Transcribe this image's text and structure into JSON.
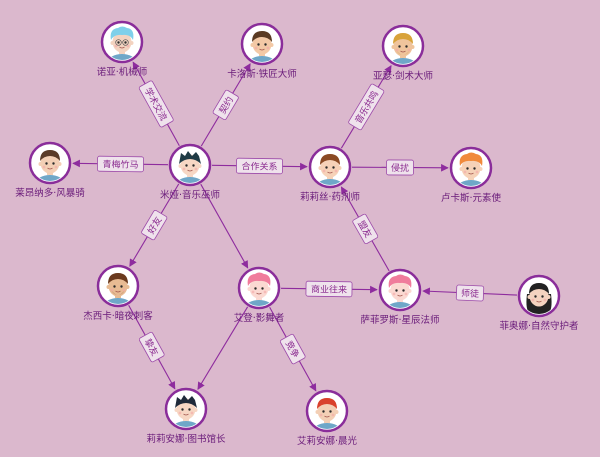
{
  "colors": {
    "background": "#dbb8cd",
    "edge": "#8e2c9e",
    "label_text": "#6a1b7a",
    "node_border": "#8a2d9a"
  },
  "nodes": [
    {
      "id": "mia",
      "label": "米娅·音乐巫师",
      "avatar": {
        "skin": "#f7d7c4",
        "hair": "#1f3b45",
        "style": "spiky",
        "bg": "#ffffff"
      }
    },
    {
      "id": "noya",
      "label": "诺亚·机械师",
      "avatar": {
        "skin": "#f3d3c0",
        "hair": "#7fd0ea",
        "style": "fluffy",
        "bg": "#ffffff",
        "glasses": true
      }
    },
    {
      "id": "carlos",
      "label": "卡洛斯·铁匠大师",
      "avatar": {
        "skin": "#f3c9a6",
        "hair": "#5a3a22",
        "style": "short",
        "bg": "#ffffff"
      }
    },
    {
      "id": "yaseo",
      "label": "亚瑟·剑术大师",
      "avatar": {
        "skin": "#efc49c",
        "hair": "#d8a33a",
        "style": "short",
        "bg": "#ffffff",
        "beard": "#c48a2a"
      }
    },
    {
      "id": "leonardo",
      "label": "莱昂纳多·风暴骑",
      "avatar": {
        "skin": "#f3cfb5",
        "hair": "#5a3b28",
        "style": "short",
        "bg": "#ffffff"
      }
    },
    {
      "id": "lilith",
      "label": "莉莉丝·药剂师",
      "avatar": {
        "skin": "#f6d2b8",
        "hair": "#8a4a24",
        "style": "short",
        "bg": "#ffffff"
      }
    },
    {
      "id": "lucas",
      "label": "卢卡斯·元素使",
      "avatar": {
        "skin": "#f6d2b8",
        "hair": "#f08a3c",
        "style": "fluffy",
        "bg": "#ffffff"
      }
    },
    {
      "id": "jessica",
      "label": "杰西卡·暗夜刺客",
      "avatar": {
        "skin": "#e8bb93",
        "hair": "#6a3a1e",
        "style": "short",
        "bg": "#ffffff",
        "beard": "#6a3a1e"
      }
    },
    {
      "id": "aideng",
      "label": "艾登·影舞者",
      "avatar": {
        "skin": "#fbd9d2",
        "hair": "#f07c9c",
        "style": "fluffy",
        "bg": "#ffffff"
      }
    },
    {
      "id": "saferos",
      "label": "萨菲罗斯·星辰法师",
      "avatar": {
        "skin": "#fbd9d2",
        "hair": "#f07c9c",
        "style": "fluffy",
        "bg": "#ffffff"
      }
    },
    {
      "id": "fiona",
      "label": "菲奥娜·自然守护者",
      "avatar": {
        "skin": "#f4d3c0",
        "hair": "#222222",
        "style": "long",
        "bg": "#ffffff"
      }
    },
    {
      "id": "liliana",
      "label": "莉莉安娜·图书馆长",
      "avatar": {
        "skin": "#f7d7c4",
        "hair": "#1f2a3a",
        "style": "spiky",
        "bg": "#ffffff"
      }
    },
    {
      "id": "ellie",
      "label": "艾莉安娜·晨光",
      "avatar": {
        "skin": "#f3cfb5",
        "hair": "#d9412c",
        "style": "short",
        "bg": "#ffffff"
      }
    }
  ],
  "edges": [
    {
      "from": "mia",
      "to": "noya",
      "label": "学术交流"
    },
    {
      "from": "mia",
      "to": "carlos",
      "label": "契约"
    },
    {
      "from": "mia",
      "to": "leonardo",
      "label": "青梅竹马"
    },
    {
      "from": "mia",
      "to": "lilith",
      "label": "合作关系"
    },
    {
      "from": "mia",
      "to": "jessica",
      "label": "好友"
    },
    {
      "from": "mia",
      "to": "aideng",
      "label": ""
    },
    {
      "from": "lilith",
      "to": "yaseo",
      "label": "音乐共鸣"
    },
    {
      "from": "lilith",
      "to": "lucas",
      "label": "侵扰"
    },
    {
      "from": "saferos",
      "to": "lilith",
      "label": "盟友"
    },
    {
      "from": "aideng",
      "to": "saferos",
      "label": "商业往来"
    },
    {
      "from": "fiona",
      "to": "saferos",
      "label": "师徒"
    },
    {
      "from": "jessica",
      "to": "liliana",
      "label": "挚友"
    },
    {
      "from": "aideng",
      "to": "liliana",
      "label": ""
    },
    {
      "from": "aideng",
      "to": "ellie",
      "label": "竞争"
    }
  ]
}
